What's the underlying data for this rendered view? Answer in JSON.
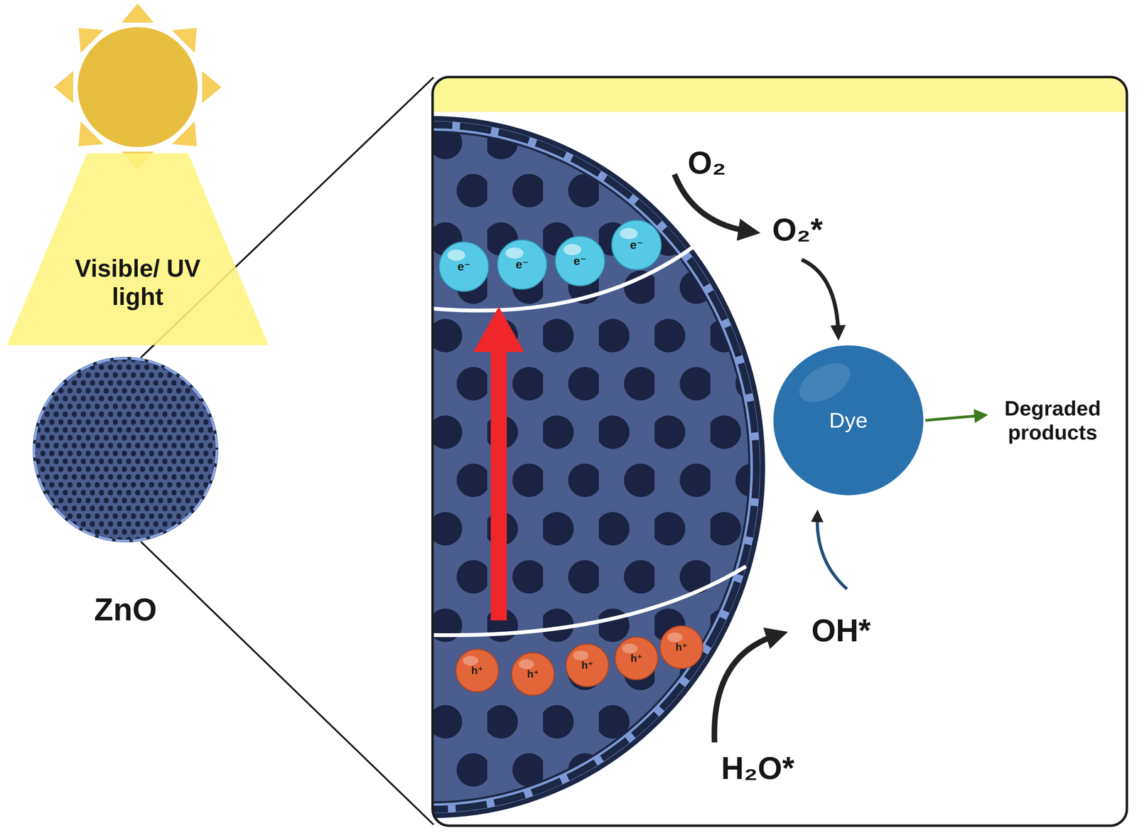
{
  "diagram": {
    "nodes": [
      {
        "text": [
          "Visible/ UV light"
        ]
      },
      {
        "text": [
          "ZnO"
        ]
      },
      {
        "text": [
          "e⁻"
        ]
      },
      {
        "text": [
          "e⁻"
        ]
      },
      {
        "text": [
          "e⁻"
        ]
      },
      {
        "text": [
          "e⁻"
        ]
      },
      {
        "text": [
          "Dye"
        ]
      },
      {
        "text": [
          "h⁺"
        ]
      },
      {
        "text": [
          "h⁺"
        ]
      },
      {
        "text": [
          "h⁺"
        ]
      },
      {
        "text": [
          "h⁺"
        ]
      },
      {
        "text": [
          "h⁺"
        ]
      }
    ],
    "labels": [
      "O₂",
      "O₂*",
      "OH*",
      "H₂O*",
      "Degraded products"
    ]
  }
}
